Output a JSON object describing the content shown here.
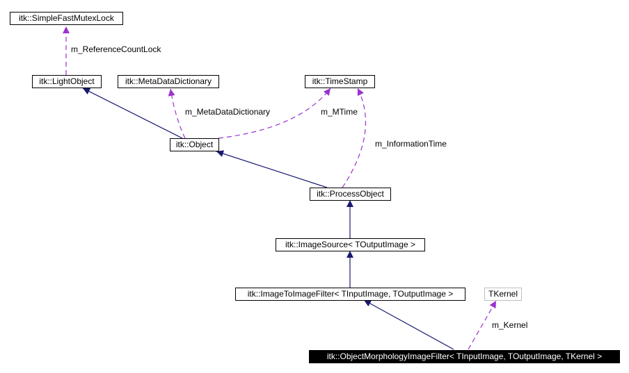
{
  "colors": {
    "inheritance": "#191970",
    "usage": "#9a32cd",
    "node_border": "#000000",
    "undocumented_border": "#bfbfbf",
    "focus_background": "#000000",
    "focus_text": "#ffffff"
  },
  "nodes": {
    "simple_fast_mutex_lock": "itk::SimpleFastMutexLock",
    "light_object": "itk::LightObject",
    "meta_data_dictionary": "itk::MetaDataDictionary",
    "time_stamp": "itk::TimeStamp",
    "object": "itk::Object",
    "process_object": "itk::ProcessObject",
    "image_source": "itk::ImageSource< TOutputImage >",
    "image_to_image_filter": "itk::ImageToImageFilter< TInputImage, TOutputImage >",
    "tkernel": "TKernel",
    "object_morphology_image_filter": "itk::ObjectMorphologyImageFilter< TInputImage, TOutputImage, TKernel >"
  },
  "edge_labels": {
    "reference_count_lock": "m_ReferenceCountLock",
    "meta_data_dictionary": "m_MetaDataDictionary",
    "mtime": "m_MTime",
    "information_time": "m_InformationTime",
    "kernel": "m_Kernel"
  },
  "edges": {
    "inheritance": [
      {
        "from": "object",
        "to": "light_object"
      },
      {
        "from": "process_object",
        "to": "object"
      },
      {
        "from": "image_source",
        "to": "process_object"
      },
      {
        "from": "image_to_image_filter",
        "to": "image_source"
      },
      {
        "from": "object_morphology_image_filter",
        "to": "image_to_image_filter"
      }
    ],
    "usage": [
      {
        "from": "light_object",
        "to": "simple_fast_mutex_lock",
        "label": "m_ReferenceCountLock"
      },
      {
        "from": "object",
        "to": "meta_data_dictionary",
        "label": "m_MetaDataDictionary"
      },
      {
        "from": "object",
        "to": "time_stamp",
        "label": "m_MTime"
      },
      {
        "from": "process_object",
        "to": "time_stamp",
        "label": "m_InformationTime"
      },
      {
        "from": "object_morphology_image_filter",
        "to": "tkernel",
        "label": "m_Kernel"
      }
    ]
  }
}
